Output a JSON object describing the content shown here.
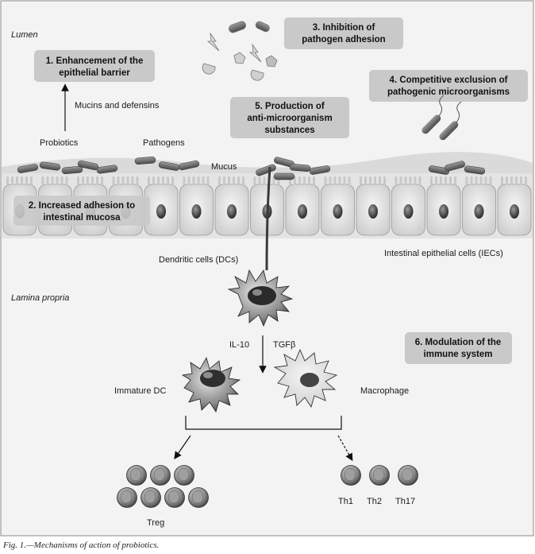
{
  "labels": {
    "lumen": "Lumen",
    "lamina_propria": "Lamina propria",
    "mucins_defensins": "Mucins and defensins",
    "probiotics": "Probiotics",
    "pathogens": "Pathogens",
    "mucus": "Mucus",
    "dendritic_cells": "Dendritic cells (DCs)",
    "iecs": "Intestinal epithelial cells (IECs)",
    "il10": "IL-10",
    "tgfb": "TGFβ",
    "immature_dc": "Immature DC",
    "macrophage": "Macrophage",
    "treg": "Treg",
    "th1": "Th1",
    "th2": "Th2",
    "th17": "Th17"
  },
  "boxes": {
    "b1": {
      "line1": "1. Enhancement of the",
      "line2": "epithelial barrier"
    },
    "b2": {
      "line1": "2. Increased adhesion to",
      "line2": "intestinal mucosa"
    },
    "b3": {
      "line1": "3. Inhibition of",
      "line2": "pathogen adhesion"
    },
    "b4": {
      "line1": "4. Competitive exclusion of",
      "line2": "pathogenic microorganisms"
    },
    "b5": {
      "line1": "5. Production of",
      "line2": "anti-microorganism",
      "line3": "substances"
    },
    "b6": {
      "line1": "6. Modulation of the",
      "line2": "immune system"
    }
  },
  "caption": "Fig. 1.—Mechanisms of action of probiotics."
}
